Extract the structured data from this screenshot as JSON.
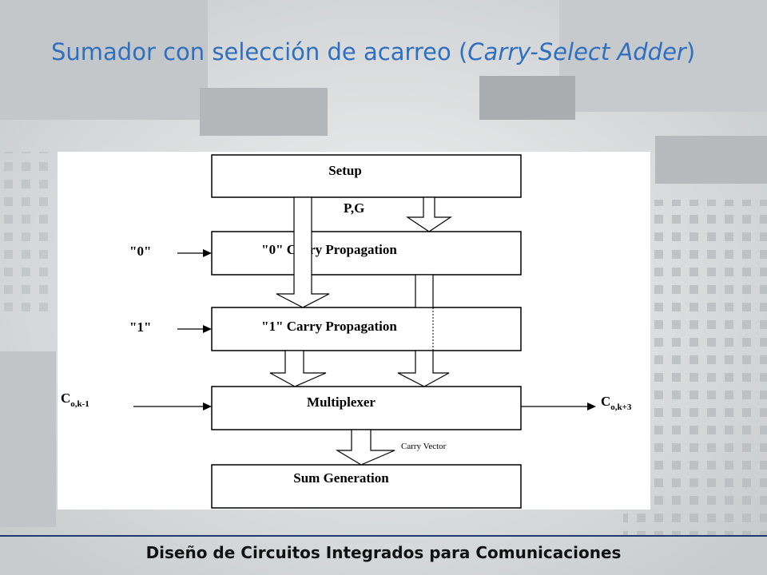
{
  "slide": {
    "title_main": "Sumador con selección de acarreo (",
    "title_em": "Carry-Select Adder",
    "title_close": ")",
    "footer": "Diseño de Circuitos Integrados para Comunicaciones"
  },
  "diagram": {
    "blocks": {
      "setup": "Setup",
      "carry0": "\"0\" Carry Propagation",
      "carry1": "\"1\" Carry Propagation",
      "mux": "Multiplexer",
      "sum": "Sum Generation"
    },
    "labels": {
      "pg": "P,G",
      "input0": "\"0\"",
      "input1": "\"1\"",
      "carry_in_base": "C",
      "carry_in_sub": "o,k-1",
      "carry_out_base": "C",
      "carry_out_sub": "o,k+3",
      "carry_vector": "Carry Vector"
    }
  }
}
